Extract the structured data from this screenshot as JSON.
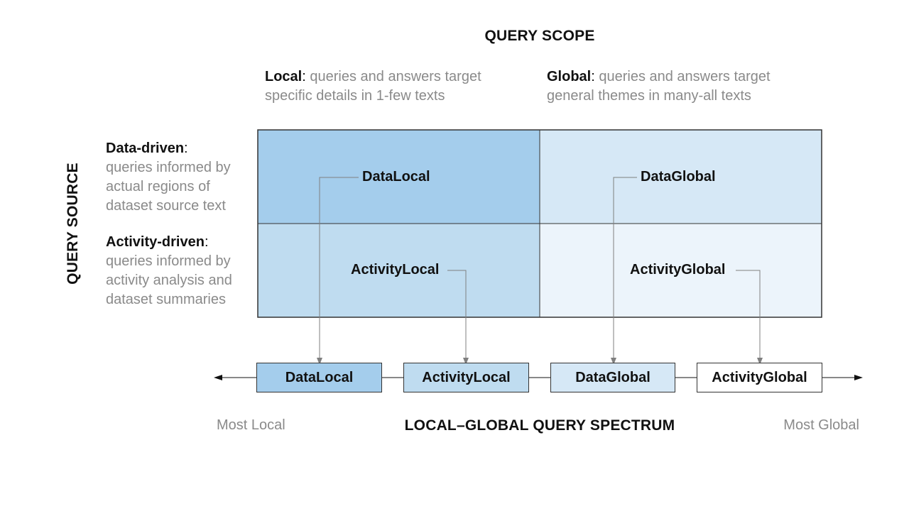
{
  "scope_title": "QUERY SCOPE",
  "source_title": "QUERY SOURCE",
  "scope": {
    "local": {
      "name": "Local",
      "sep": ":",
      "text_1": " queries and answers target",
      "text_2": "specific details in 1-few texts"
    },
    "global": {
      "name": "Global",
      "sep": ":",
      "text_1": " queries and answers target",
      "text_2": "general themes in many-all texts"
    }
  },
  "source": {
    "data": {
      "name": "Data-driven",
      "sep": ":",
      "lines": [
        "queries informed by",
        "actual regions of",
        "dataset source text"
      ]
    },
    "activity": {
      "name": "Activity-driven",
      "sep": ":",
      "lines": [
        "queries informed by",
        "activity analysis and",
        "dataset summaries"
      ]
    }
  },
  "cells": {
    "data_local": "DataLocal",
    "data_global": "DataGlobal",
    "activity_local": "ActivityLocal",
    "activity_global": "ActivityGlobal"
  },
  "spectrum": {
    "title": "LOCAL–GLOBAL QUERY SPECTRUM",
    "most_local": "Most Local",
    "most_global": "Most Global",
    "boxes": [
      "DataLocal",
      "ActivityLocal",
      "DataGlobal",
      "ActivityGlobal"
    ]
  },
  "colors": {
    "data_local": "#a4cdec",
    "activity_local": "#bfdcf0",
    "data_global": "#d6e8f6",
    "activity_global": "#ecf4fb",
    "connector": "#7f7f7f",
    "muted_text": "#8a8a8a"
  }
}
